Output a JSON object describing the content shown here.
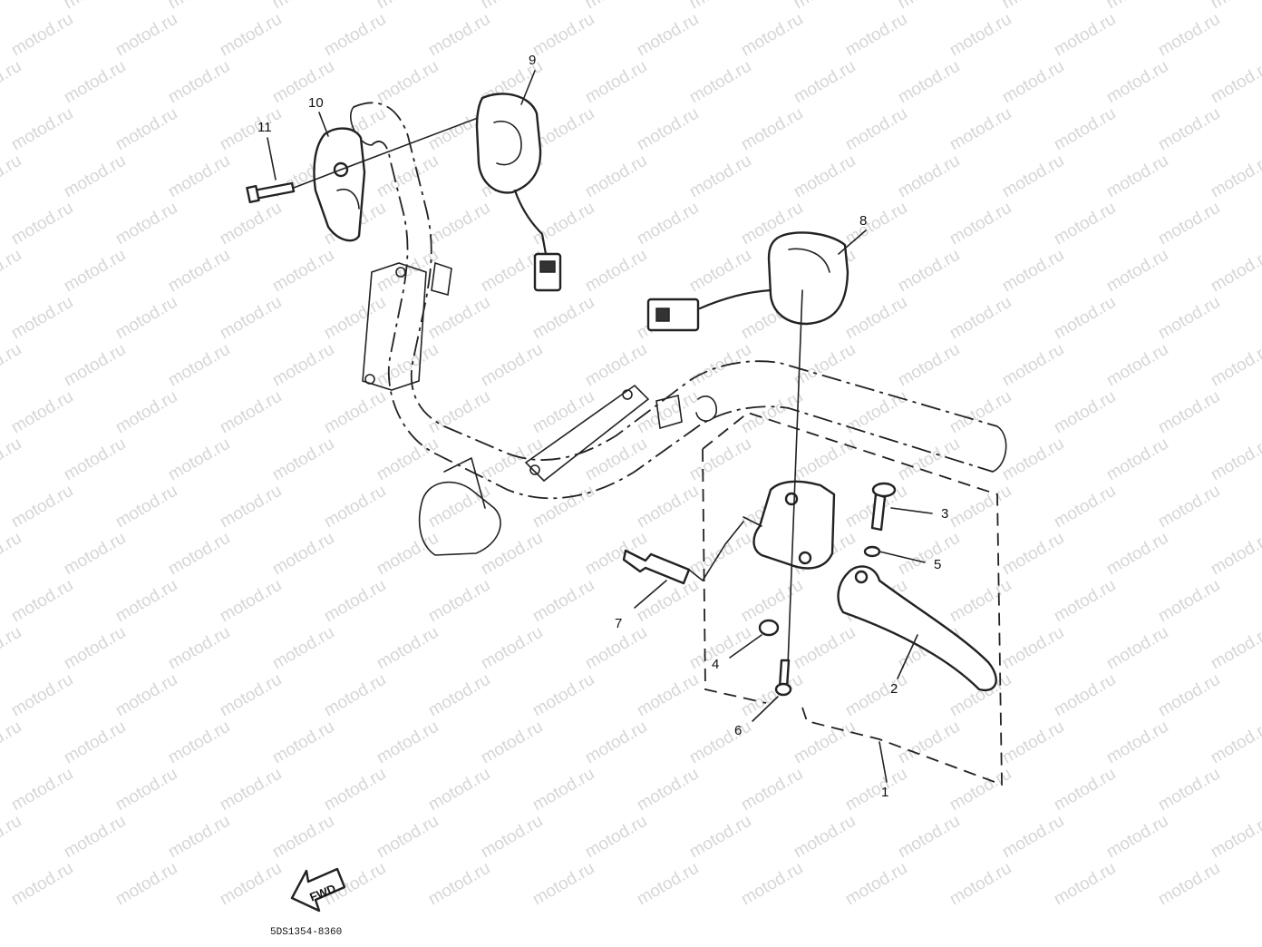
{
  "watermark": "motod.ru",
  "diagram_code": "5DS1354-8360",
  "fwd_label": "FWD",
  "callouts": [
    "1",
    "2",
    "3",
    "4",
    "5",
    "6",
    "7",
    "8",
    "9",
    "10",
    "11"
  ]
}
